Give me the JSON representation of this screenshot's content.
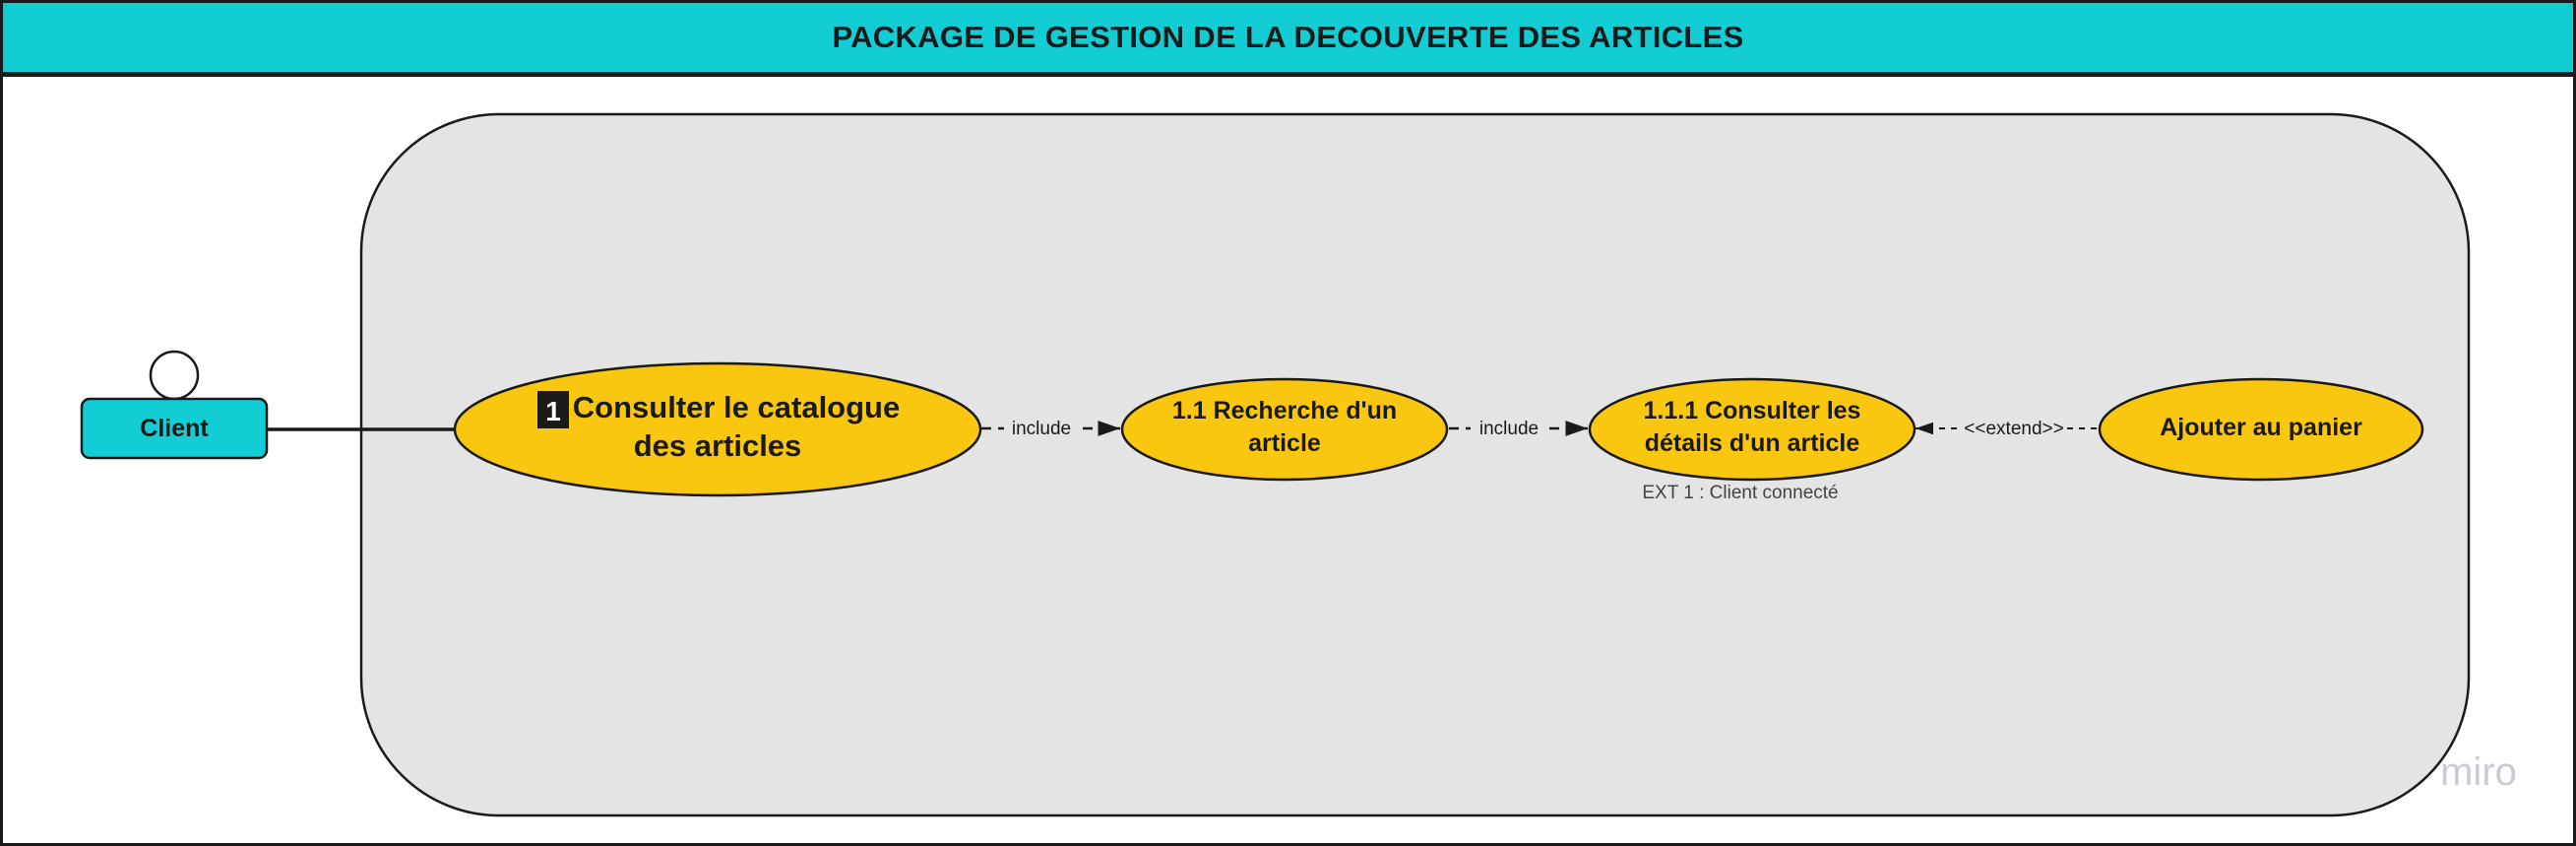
{
  "title": "PACKAGE DE GESTION DE LA DECOUVERTE DES ARTICLES",
  "actor": {
    "label": "Client"
  },
  "use_cases": {
    "main": {
      "badge": "1",
      "line1": "Consulter le catalogue",
      "line2": "des articles"
    },
    "search": {
      "line1": "1.1 Recherche d'un",
      "line2": "article"
    },
    "details": {
      "line1": "1.1.1 Consulter les",
      "line2": "détails d'un article"
    },
    "cart": {
      "label": "Ajouter au panier"
    }
  },
  "relations": {
    "include_1": "include",
    "include_2": "include",
    "extend": "<<extend>>"
  },
  "extension_point": "EXT 1 : Client connecté",
  "watermark": "miro",
  "colors": {
    "header": "#12cdd4",
    "actor": "#12cdd4",
    "use_case": "#f9c70f",
    "system_boundary": "#e4e4e4",
    "stroke": "#1a1a1a"
  }
}
